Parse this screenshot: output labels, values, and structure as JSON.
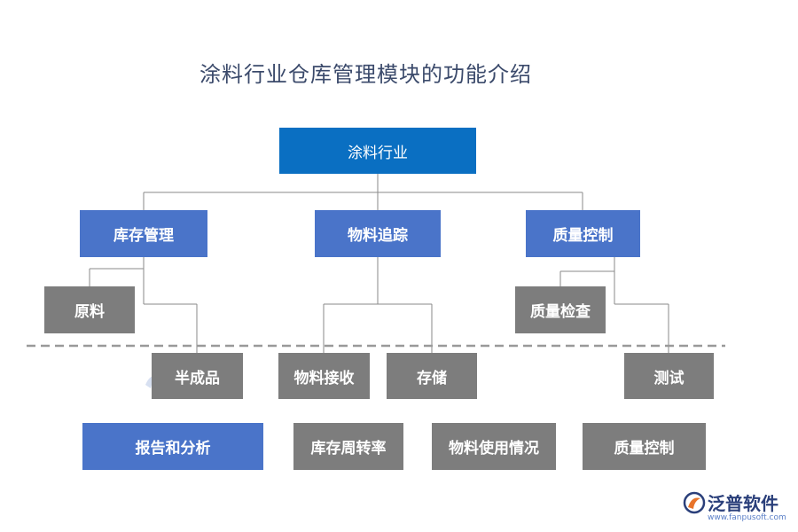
{
  "title": "涂料行业仓库管理模块的功能介绍",
  "root": "涂料行业",
  "level1": [
    "库存管理",
    "物料追踪",
    "质量控制"
  ],
  "level2": [
    "原料",
    "半成品",
    "物料接收",
    "存储",
    "质量检查",
    "测试"
  ],
  "bottom_row": [
    "报告和分析",
    "库存周转率",
    "物料使用情况",
    "质量控制"
  ],
  "logo": {
    "brand": "泛普软件",
    "url": "www.fanpusoft.com"
  },
  "colors": {
    "root": "#0a6fc2",
    "level1": "#4a74c9",
    "gray": "#7d7d7d",
    "report": "#4a74c9",
    "connector": "#8a8a8a",
    "divider": "#999999"
  }
}
